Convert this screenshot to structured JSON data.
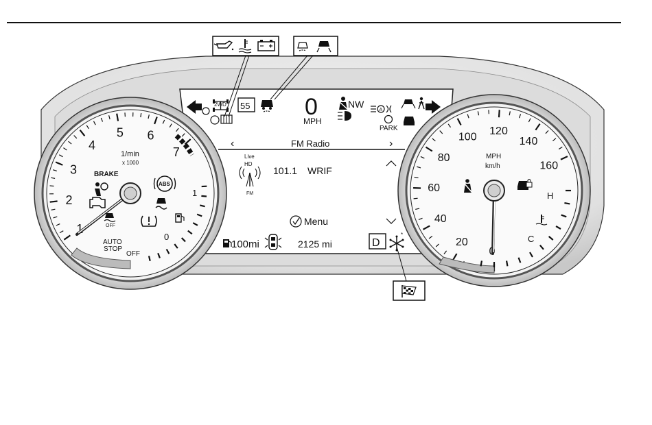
{
  "center_display": {
    "speed": "0",
    "speed_unit": "MPH",
    "speed_limit": "55",
    "drive_mode": "2WD",
    "heading": "NW",
    "park_label": "PARK",
    "menu_title": "FM Radio",
    "nav_left": "‹",
    "nav_right": "›",
    "radio_live": "Live",
    "radio_hd": "HD",
    "radio_band": "FM",
    "radio_frequency": "101.1",
    "radio_station": "WRIF",
    "menu_label": "Menu",
    "fuel_range": "100mi",
    "odometer": "2125 mi",
    "gear": "D"
  },
  "tachometer": {
    "unit_line1": "1/min",
    "unit_line2": "x 1000",
    "scale_labels": [
      "1",
      "2",
      "3",
      "4",
      "5",
      "6",
      "7"
    ],
    "brake_label": "BRAKE",
    "abs_label": "ABS",
    "traction_off_label": "OFF",
    "auto_stop_line1": "AUTO",
    "auto_stop_line2": "STOP",
    "auto_stop_off": "OFF",
    "fuel_gauge_labels": [
      "0",
      "1"
    ]
  },
  "speedometer": {
    "unit_line1": "MPH",
    "unit_line2": "km/h",
    "scale_labels": [
      "0",
      "20",
      "40",
      "60",
      "80",
      "100",
      "120",
      "140",
      "160"
    ],
    "temp_labels": [
      "C",
      "H"
    ]
  },
  "callouts": {
    "top_left_icons": [
      "oil-pressure-icon",
      "coolant-temperature-icon",
      "battery-icon"
    ],
    "top_right_icons": [
      "forward-collision-icon",
      "lane-keep-icon"
    ],
    "bottom_icon": "checkered-flag-icon"
  },
  "icons": {
    "left_turn": "left-arrow-icon",
    "right_turn": "right-arrow-icon",
    "seatbelt": "seatbelt-icon",
    "high_beam": "high-beam-icon",
    "airbag": "airbag-icon",
    "check_engine": "check-engine-icon",
    "tire_pressure": "tire-pressure-icon",
    "fuel_pump": "fuel-pump-icon",
    "snowflake": "snowflake-icon",
    "pedestrian": "pedestrian-icon",
    "security": "security-lock-icon"
  },
  "colors": {
    "ink": "#111111",
    "bezel_light": "#f2f2f2",
    "bezel_mid": "#d8d8d8",
    "bezel_dark": "#bdbdbd"
  }
}
